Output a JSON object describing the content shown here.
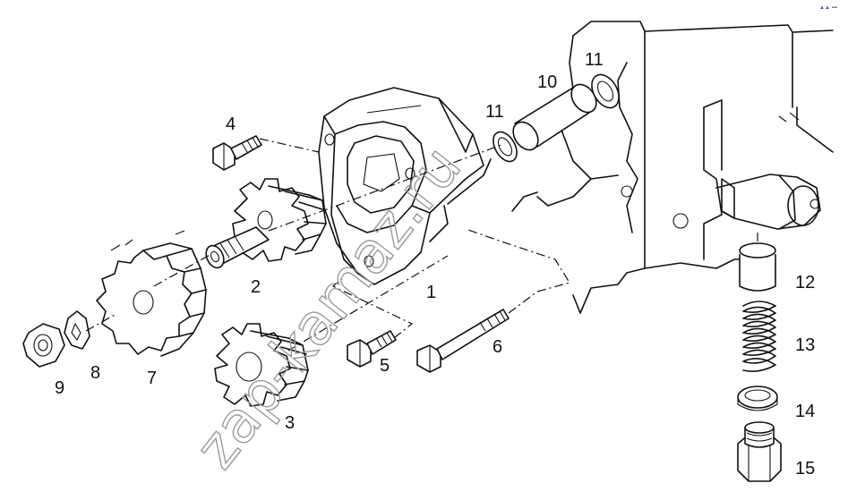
{
  "callouts": [
    "1",
    "2",
    "3",
    "4",
    "5",
    "6",
    "7",
    "8",
    "9",
    "10",
    "11",
    "11",
    "12",
    "13",
    "14",
    "15"
  ],
  "watermark": "zap-kamaz.ru",
  "corner_mark": "▲▲ ▪▪▪"
}
